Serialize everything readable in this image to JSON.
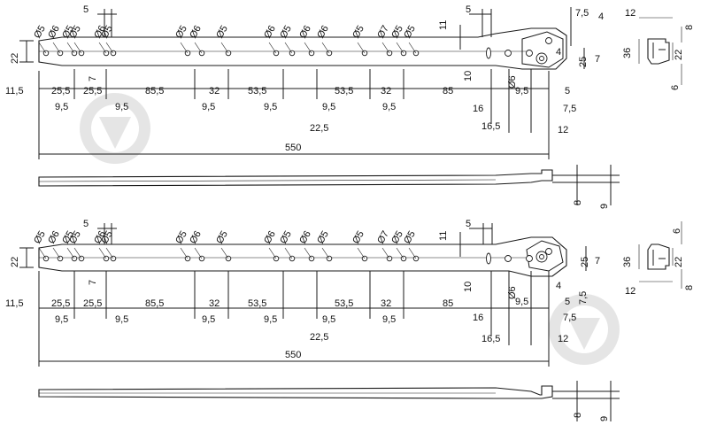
{
  "top_view": {
    "hole_labels": [
      "Ø5",
      "Ø6",
      "Ø5",
      "Ø5",
      "Ø6",
      "Ø5",
      "Ø5",
      "Ø6",
      "Ø5",
      "Ø6",
      "Ø5",
      "Ø6",
      "Ø6",
      "Ø5",
      "Ø7",
      "Ø5",
      "Ø5"
    ],
    "top_dims": [
      "5",
      "11",
      "5",
      "7,5",
      "4"
    ],
    "side_dims": [
      "22",
      "7",
      "10",
      "Ø6",
      "4",
      "25",
      "7"
    ],
    "pitch_dims": [
      "11,5",
      "25,5",
      "25,5",
      "85,5",
      "32",
      "53,5",
      "53,5",
      "32",
      "85"
    ],
    "lower_dims": [
      "9,5",
      "9,5",
      "9,5",
      "9,5",
      "9,5",
      "9,5",
      "22,5",
      "16",
      "9,5",
      "5",
      "7,5",
      "16,5",
      "12"
    ],
    "total_length": "550"
  },
  "bottom_view": {
    "hole_labels": [
      "Ø5",
      "Ø6",
      "Ø5",
      "Ø5",
      "Ø6",
      "Ø5",
      "Ø5",
      "Ø6",
      "Ø5",
      "Ø6",
      "Ø5",
      "Ø6",
      "Ø5",
      "Ø5",
      "Ø7",
      "Ø5",
      "Ø5"
    ],
    "top_dims": [
      "5",
      "5",
      "11"
    ],
    "side_dims": [
      "22",
      "7",
      "10",
      "Ø6",
      "25",
      "7",
      "4"
    ],
    "pitch_dims": [
      "11,5",
      "25,5",
      "25,5",
      "85,5",
      "32",
      "53,5",
      "53,5",
      "32",
      "85"
    ],
    "lower_dims": [
      "9,5",
      "9,5",
      "9,5",
      "9,5",
      "9,5",
      "9,5",
      "22,5",
      "16",
      "9,5",
      "5",
      "7,5",
      "16,5",
      "12",
      "7,5"
    ],
    "total_length": "550"
  },
  "profile_dims": [
    "8",
    "9"
  ],
  "section_top": {
    "dims": [
      "12",
      "8",
      "36",
      "22",
      "6"
    ]
  },
  "section_bottom": {
    "dims": [
      "6",
      "36",
      "22",
      "12",
      "8"
    ]
  }
}
